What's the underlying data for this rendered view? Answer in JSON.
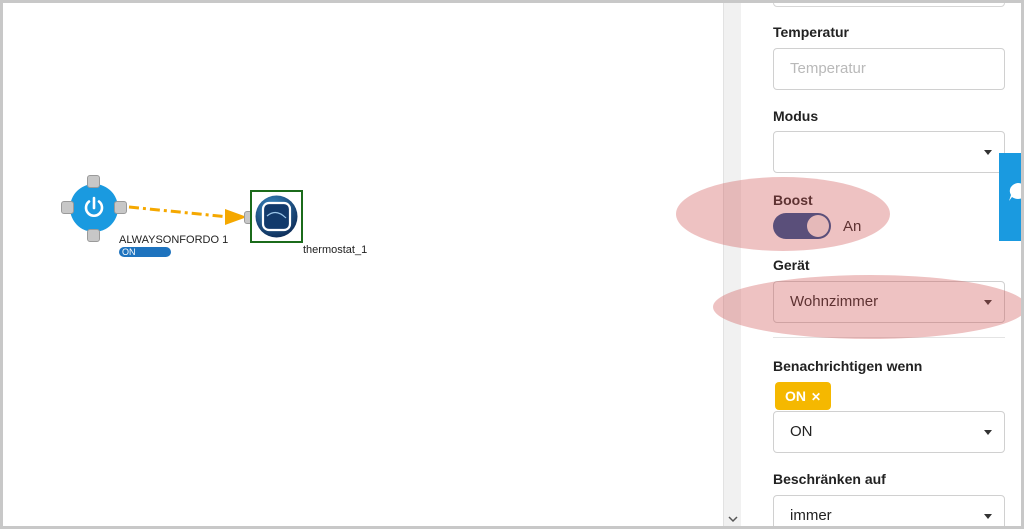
{
  "canvas": {
    "nodes": [
      {
        "label": "ALWAYSONFORDO 1",
        "status": "ON",
        "icon": "power-icon"
      },
      {
        "label": "thermostat_1",
        "icon": "thermostat-icon"
      }
    ],
    "connector_color": "#f5a800"
  },
  "panel": {
    "temperatur": {
      "label": "Temperatur",
      "placeholder": "Temperatur",
      "value": ""
    },
    "modus": {
      "label": "Modus",
      "value": ""
    },
    "boost": {
      "label": "Boost",
      "state_text": "An",
      "on": true
    },
    "geraet": {
      "label": "Gerät",
      "value": "Wohnzimmer"
    },
    "benachrichtigen": {
      "label": "Benachrichtigen wenn",
      "tags": [
        "ON"
      ],
      "value": "ON"
    },
    "beschraenken": {
      "label": "Beschränken auf",
      "value": "immer"
    }
  },
  "colors": {
    "accent": "#1a9ae0",
    "toggle_on": "#1d4f91",
    "tag": "#f5b800",
    "highlight": "#cd5050"
  }
}
